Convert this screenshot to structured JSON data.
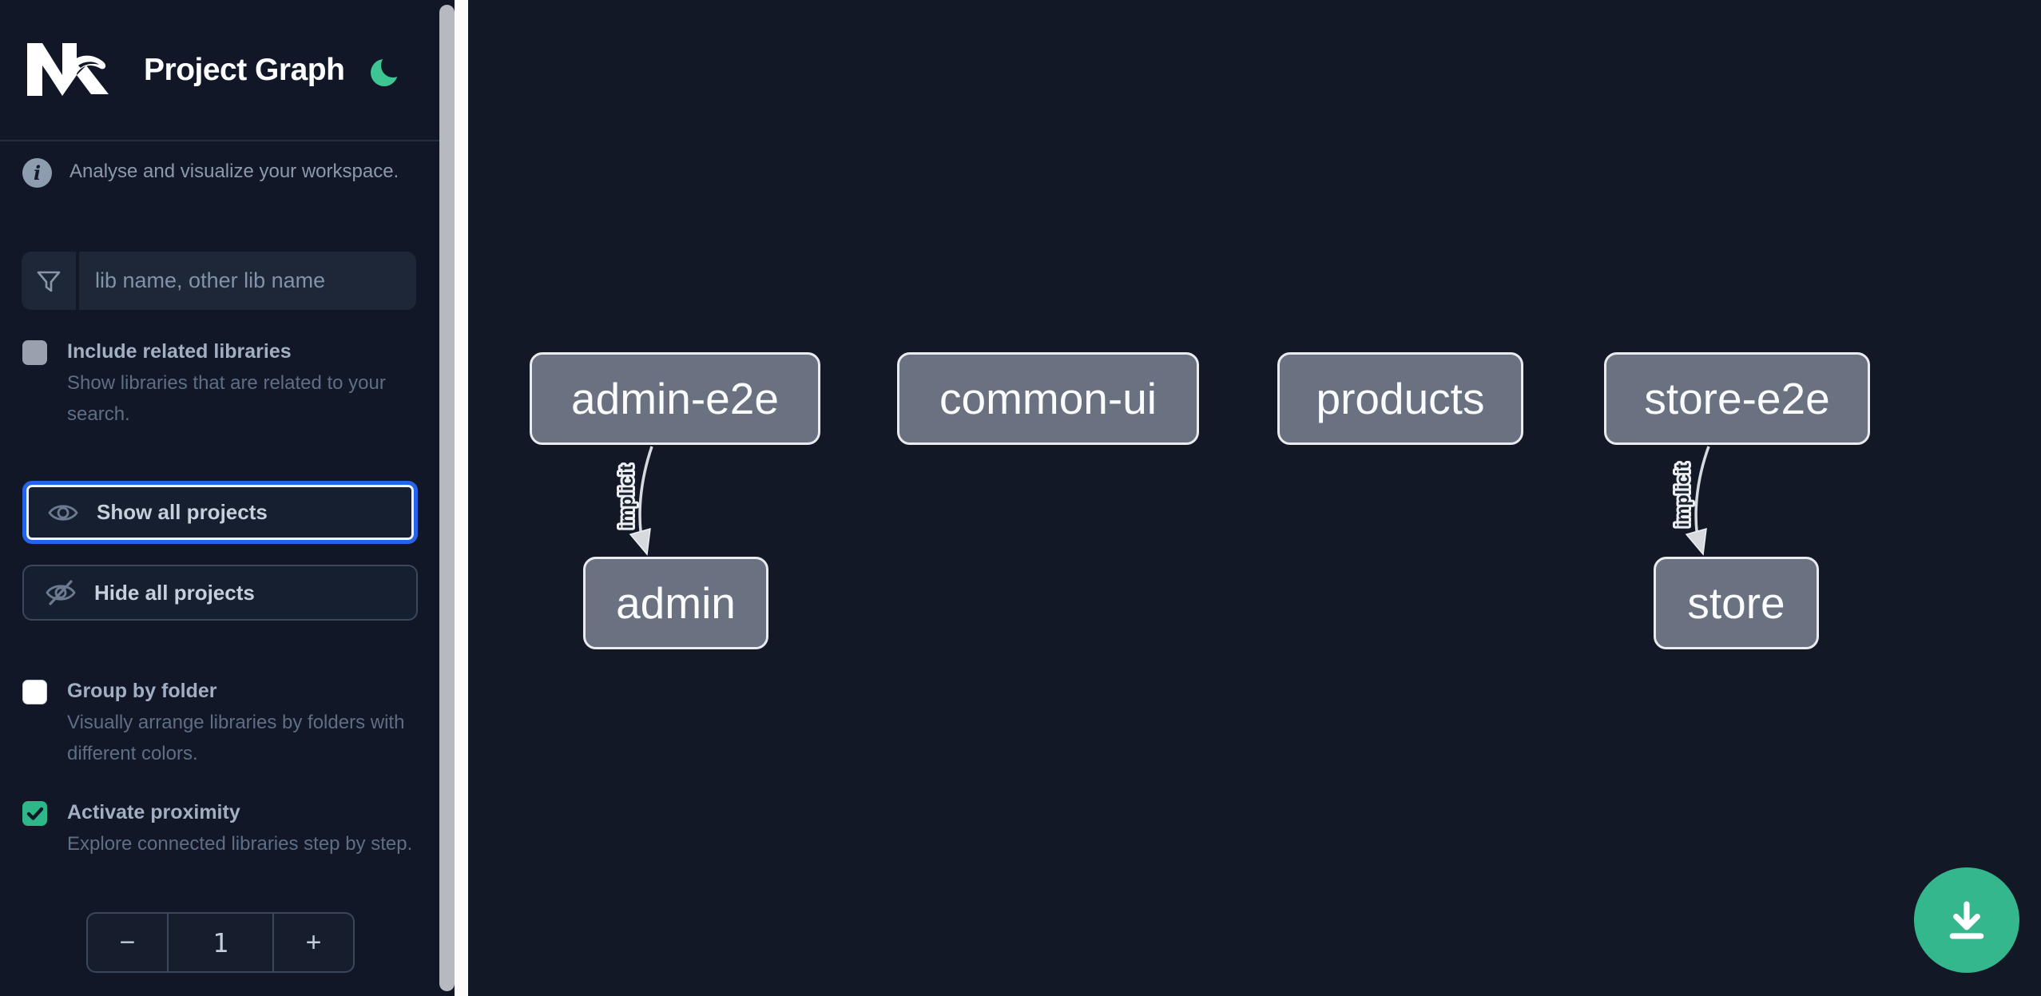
{
  "header": {
    "app_title": "Project Graph",
    "logo_alt": "Nx",
    "theme_toggle_icon": "moon-icon",
    "moon_color": "#3ec594"
  },
  "intro": {
    "text": "Analyse and visualize your workspace."
  },
  "filter": {
    "placeholder": "lib name, other lib name"
  },
  "options": {
    "include_related": {
      "label": "Include related libraries",
      "description": "Show libraries that are related to your search.",
      "checked": false
    },
    "group_by_folder": {
      "label": "Group by folder",
      "description": "Visually arrange libraries by folders with different colors.",
      "checked": false
    },
    "activate_proximity": {
      "label": "Activate proximity",
      "description": "Explore connected libraries step by step.",
      "checked": true
    }
  },
  "actions": {
    "show_all": "Show all projects",
    "hide_all": "Hide all projects"
  },
  "proximity_stepper": {
    "decrement": "−",
    "value": "1",
    "increment": "+"
  },
  "graph": {
    "nodes": [
      {
        "label": "admin-e2e"
      },
      {
        "label": "common-ui"
      },
      {
        "label": "products"
      },
      {
        "label": "store-e2e"
      },
      {
        "label": "admin"
      },
      {
        "label": "store"
      }
    ],
    "edges": [
      {
        "from": "admin-e2e",
        "to": "admin",
        "label": "implicit"
      },
      {
        "from": "store-e2e",
        "to": "store",
        "label": "implicit"
      }
    ]
  },
  "fab": {
    "icon": "download-icon",
    "color": "#34b78d"
  },
  "colors": {
    "background": "#121826",
    "focus_blue": "#2563eb",
    "accent_green": "#3ec594",
    "node_fill": "#6a7180",
    "node_border": "#e9ebee"
  }
}
